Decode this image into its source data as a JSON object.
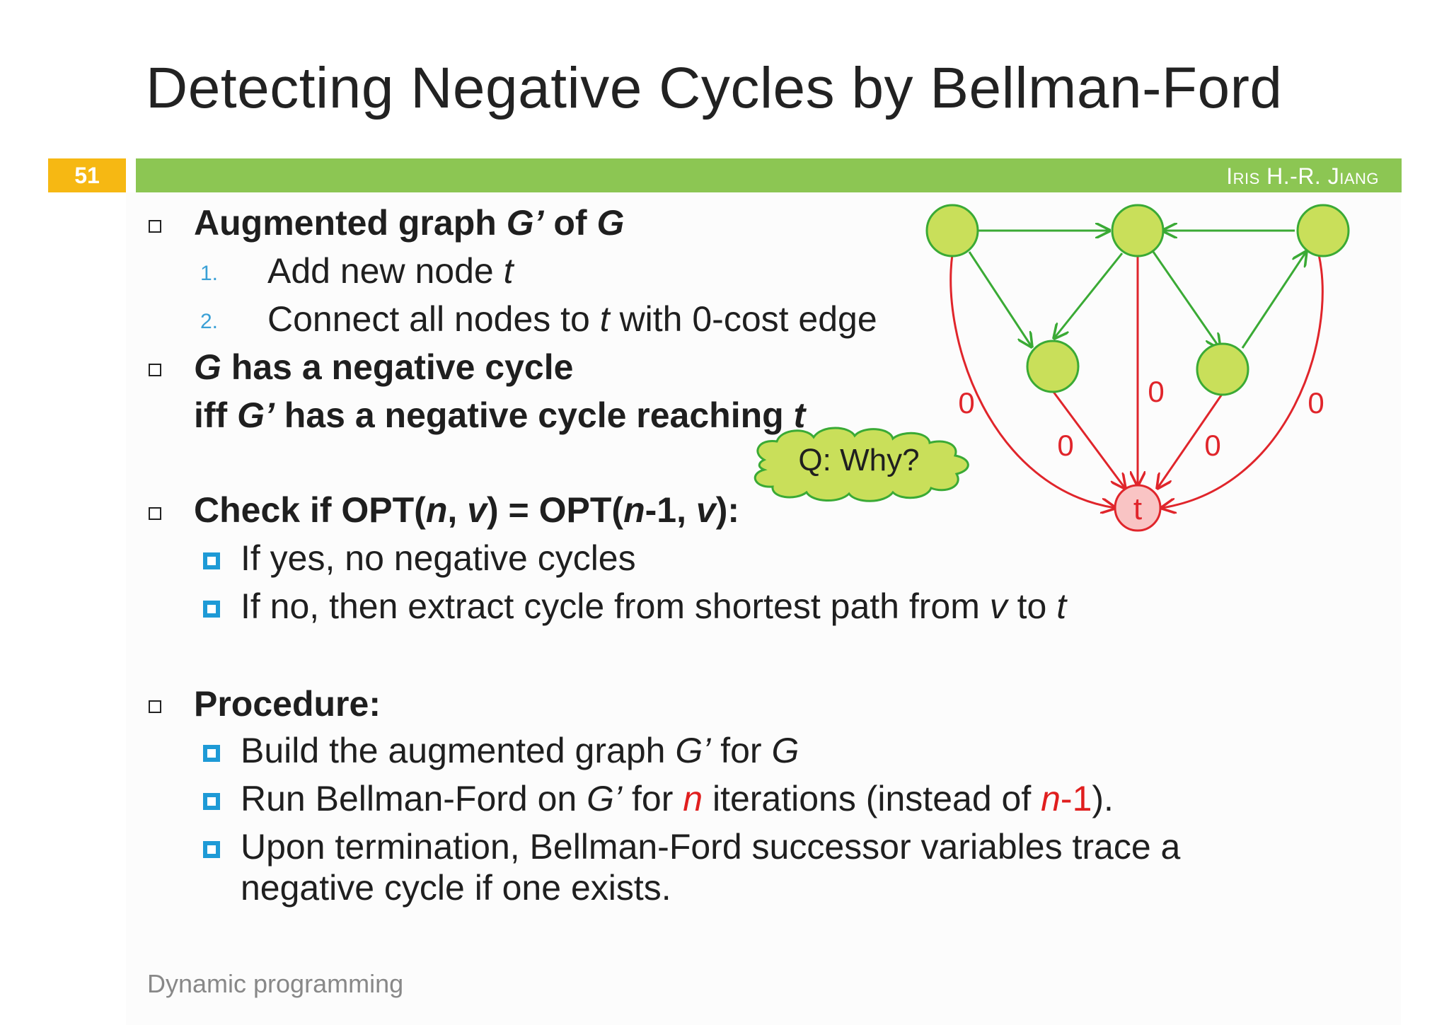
{
  "slide": {
    "title": "Detecting Negative Cycles by Bellman-Ford",
    "number": "51",
    "author": "Iris H.-R. Jiang",
    "footer": "Dynamic programming"
  },
  "bullets": {
    "b1": {
      "a": "Augmented graph ",
      "b": "G’",
      "c": " of ",
      "d": "G"
    },
    "b1_items": [
      {
        "num": "1.",
        "a": "Add new node ",
        "b": "t"
      },
      {
        "num": "2.",
        "a": "Connect all nodes to ",
        "b": "t",
        "c": " with 0-cost edge"
      }
    ],
    "b2": {
      "line1a": "G",
      "line1b": " has a negative cycle",
      "line2a": "iff ",
      "line2b": "G’",
      "line2c": " has a negative cycle reaching ",
      "line2d": "t"
    },
    "callout": "Q: Why?",
    "b3": {
      "a": "Check if OPT(",
      "b": "n",
      "c": ", ",
      "d": "v",
      "e": ") = OPT(",
      "f": "n",
      "g": "-1, ",
      "h": "v",
      "i": "):"
    },
    "b3_items": [
      {
        "a": "If yes, no negative cycles"
      },
      {
        "a": "If no, then extract cycle from shortest path from ",
        "b": "v",
        "c": " to ",
        "d": "t"
      }
    ],
    "b4": {
      "a": "Procedure:"
    },
    "b4_items": [
      {
        "a": "Build the augmented graph ",
        "b": "G’",
        "c": " for ",
        "d": "G"
      },
      {
        "a": "Run Bellman-Ford on ",
        "b": "G’",
        "c": " for ",
        "d": "n",
        "e": " iterations (instead of ",
        "f": "n",
        "g": "-1",
        "h": ")."
      },
      {
        "a": "Upon termination, Bellman-Ford successor variables trace a",
        "b": "negative cycle if one exists."
      }
    ]
  },
  "graph": {
    "sink_label": "t",
    "edge_labels": [
      "0",
      "0",
      "0",
      "0",
      "0"
    ],
    "colors": {
      "node_fill": "#c9df5a",
      "node_stroke": "#3aaa35",
      "green_edge": "#3aaa35",
      "red_edge": "#e0252b",
      "sink_fill": "#f9c4c4"
    }
  }
}
